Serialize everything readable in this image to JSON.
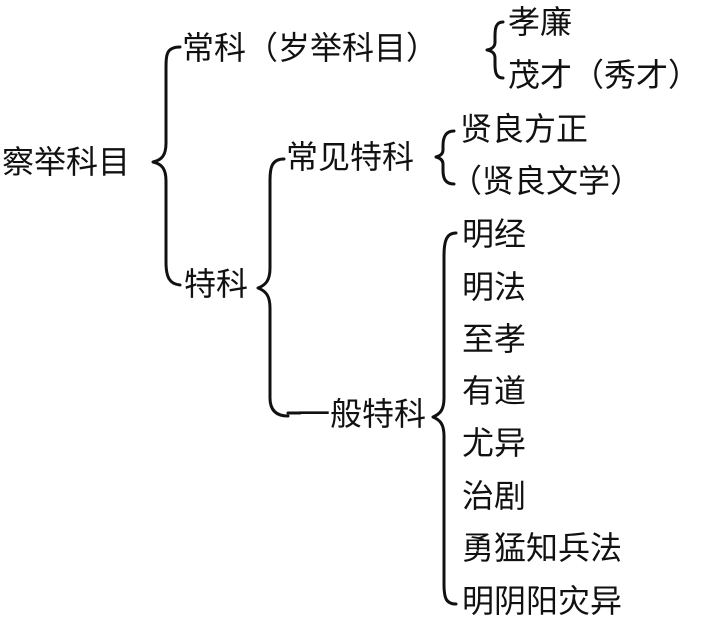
{
  "root": {
    "label": "察举科目"
  },
  "changke": {
    "label": "常科（岁举科目）",
    "items": [
      "孝廉",
      "茂才（秀才）"
    ]
  },
  "teke": {
    "label": "特科",
    "changjian": {
      "label": "常见特科",
      "items": [
        "贤良方正",
        "（贤良文学）"
      ]
    },
    "yiban": {
      "label": "一般特科",
      "items": [
        "明经",
        "明法",
        "至孝",
        "有道",
        "尤异",
        "治剧",
        "勇猛知兵法",
        "明阴阳灾异"
      ]
    }
  }
}
